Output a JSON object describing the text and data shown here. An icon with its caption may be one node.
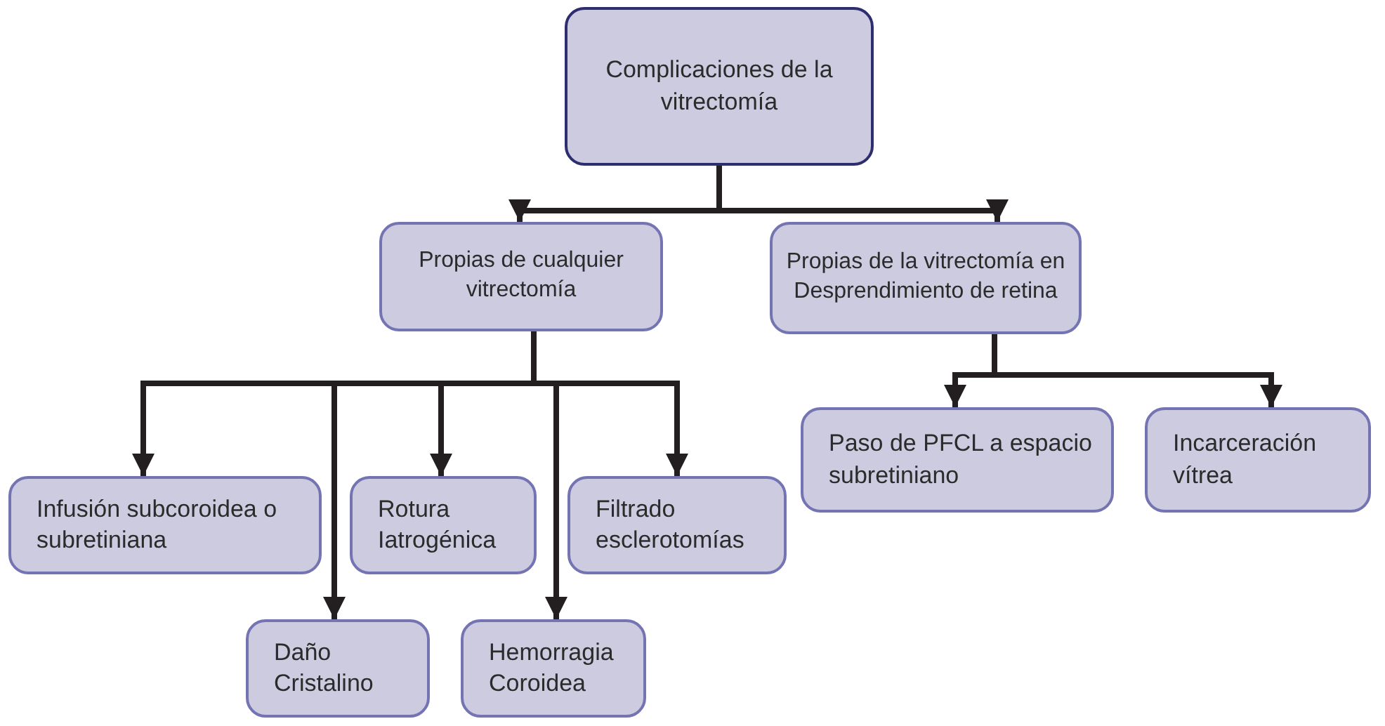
{
  "diagram": {
    "nodes": [
      {
        "text": [
          "Complicaciones de la vitrectomía"
        ]
      },
      {
        "text": [
          "Propias de cualquier vitrectomía"
        ]
      },
      {
        "text": [
          "Propias de la vitrectomía en Desprendimiento de retina"
        ]
      },
      {
        "text": [
          "Infusión subcoroidea o subretiniana"
        ]
      },
      {
        "text": [
          "Rotura Iatrogénica"
        ]
      },
      {
        "text": [
          "Filtrado esclerotomías"
        ]
      },
      {
        "text": [
          "Daño Cristalino"
        ]
      },
      {
        "text": [
          "Hemorragia Coroidea"
        ]
      },
      {
        "text": [
          "Paso de PFCL a espacio subretiniano"
        ]
      },
      {
        "text": [
          "Incarceración vítrea"
        ]
      }
    ],
    "edges": [
      {
        "from": 0,
        "to": 1,
        "arrow": "to"
      },
      {
        "from": 0,
        "to": 2,
        "arrow": "to"
      },
      {
        "from": 1,
        "to": 3,
        "arrow": "to"
      },
      {
        "from": 1,
        "to": 6,
        "arrow": "to"
      },
      {
        "from": 1,
        "to": 4,
        "arrow": "to"
      },
      {
        "from": 1,
        "to": 7,
        "arrow": "to"
      },
      {
        "from": 1,
        "to": 5,
        "arrow": "to"
      },
      {
        "from": 2,
        "to": 8,
        "arrow": "to"
      },
      {
        "from": 2,
        "to": 9,
        "arrow": "to"
      }
    ]
  }
}
